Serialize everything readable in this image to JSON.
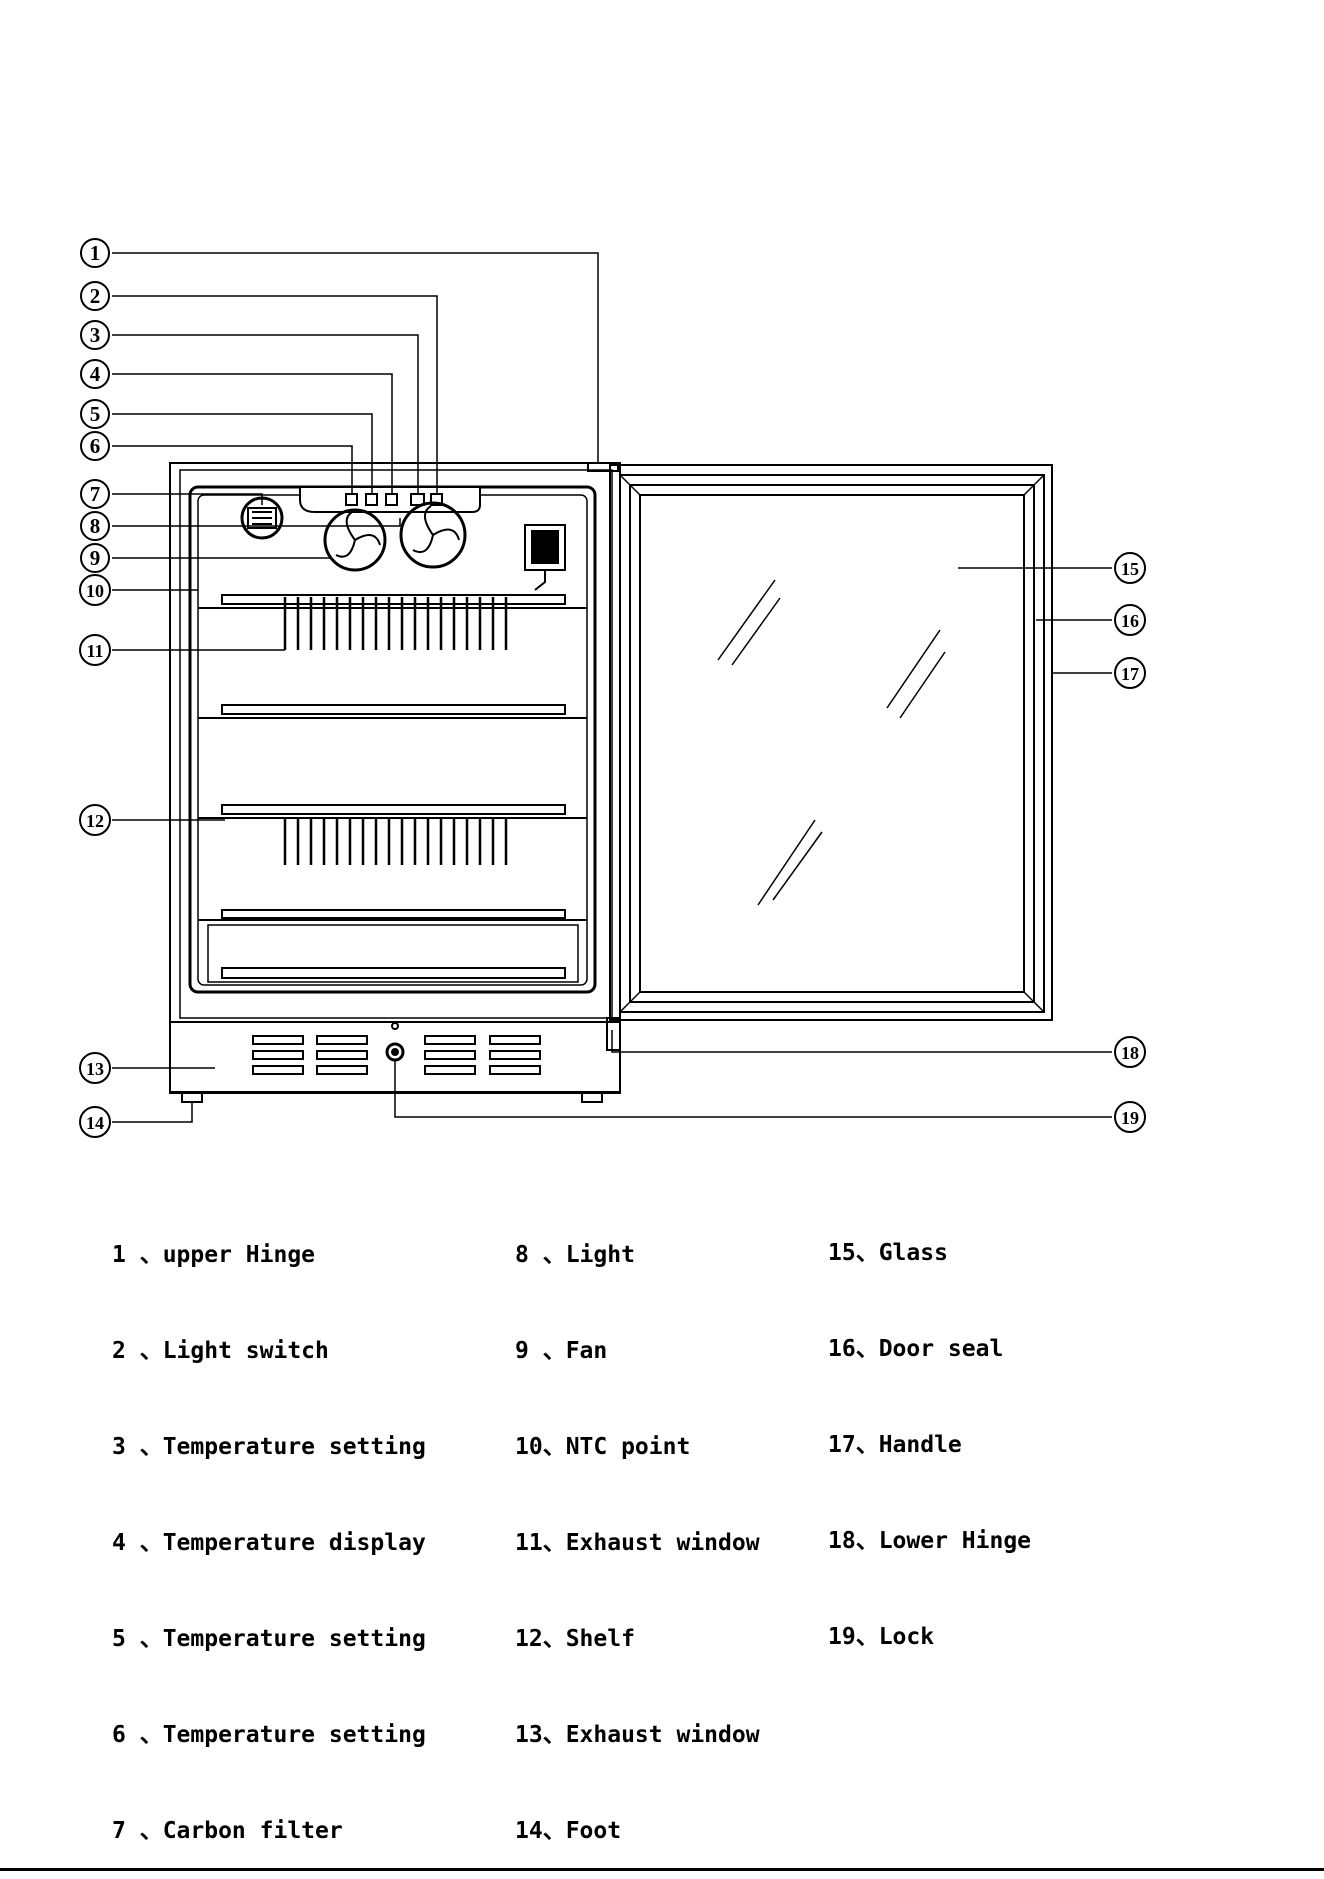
{
  "callouts": [
    "1",
    "2",
    "3",
    "4",
    "5",
    "6",
    "7",
    "8",
    "9",
    "10",
    "11",
    "12",
    "13",
    "14",
    "15",
    "16",
    "17",
    "18",
    "19"
  ],
  "legend": {
    "col1": [
      "1 、upper Hinge",
      "2 、Light switch",
      "3 、Temperature setting",
      "4 、Temperature display",
      "5 、Temperature setting",
      "6 、Temperature setting",
      "7 、Carbon filter"
    ],
    "col2": [
      "8 、Light",
      "9 、Fan",
      "10、NTC point",
      "11、Exhaust window",
      "12、Shelf",
      "13、Exhaust window",
      "14、Foot"
    ],
    "col3": [
      "15、Glass",
      "16、Door seal",
      "17、Handle",
      "18、Lower Hinge",
      "19、Lock"
    ]
  },
  "colors": {
    "line": "#000000",
    "background": "#ffffff"
  }
}
